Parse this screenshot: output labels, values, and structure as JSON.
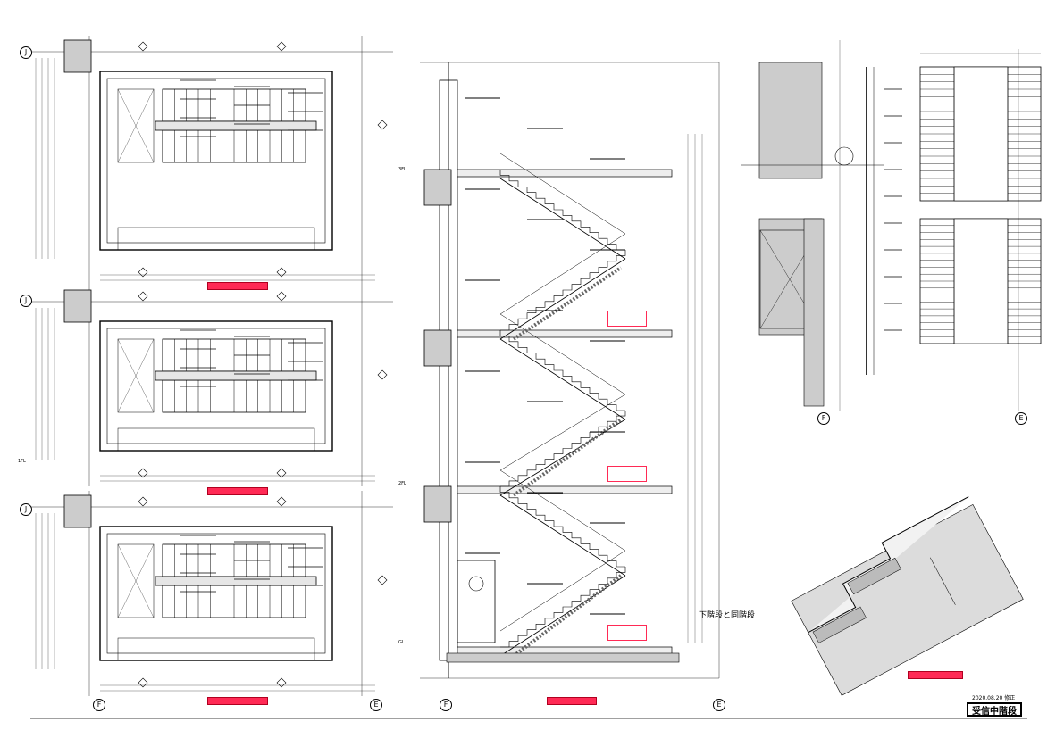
{
  "sheet": {
    "drawing_title": "受信中階段",
    "date_line": "2020.08.20  修正",
    "section_note": "下階段と同階段",
    "grid_labels": [
      "J",
      "J",
      "J",
      "F",
      "E",
      "F",
      "E",
      "F",
      "E"
    ],
    "level_marks": [
      "1FL",
      "2FL",
      "3FL",
      "GL"
    ]
  },
  "colors": {
    "line": "#000000",
    "red": "#ff2a55",
    "hatch": "#cccccc"
  }
}
